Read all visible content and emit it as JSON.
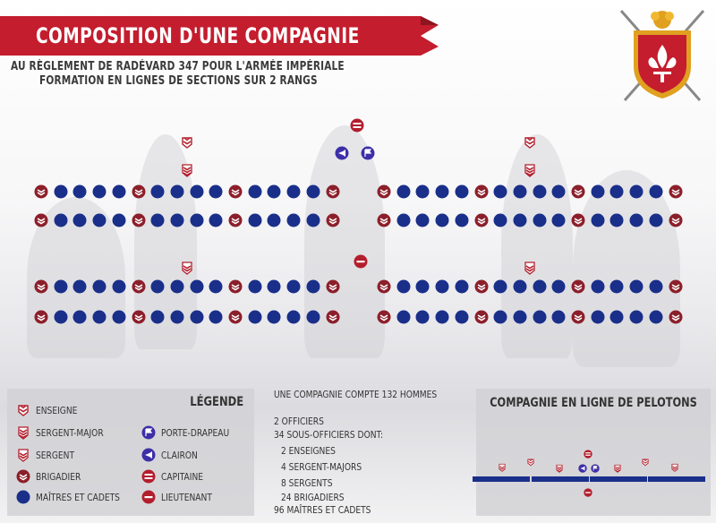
{
  "title": "COMPOSITION D'UNE COMPAGNIE",
  "subtitle_1": "AU RÈGLEMENT DE RADÉVARD 347 POUR L'ARMÉE IMPÉRIALE",
  "subtitle_2": "FORMATION EN LIGNES DE SECTIONS SUR 2 RANGS",
  "colors": {
    "red": "#b31e2c",
    "maroon": "#8c1f2a",
    "navy": "#1a2f8a",
    "purple": "#3d2fa8",
    "banner": "#c41d2e"
  },
  "legend": {
    "title": "LÉGENDE",
    "items": [
      {
        "icon": "enseigne-icon",
        "label": "ENSEIGNE"
      },
      {
        "icon": "sergent-major-icon",
        "label": "SERGENT-MAJOR"
      },
      {
        "icon": "sergent-icon",
        "label": "SERGENT"
      },
      {
        "icon": "brigadier-icon",
        "label": "BRIGADIER"
      },
      {
        "icon": "maitre-cadet-icon",
        "label": "MAÎTRES ET CADETS"
      },
      {
        "icon": "porte-drapeau-icon",
        "label": "PORTE-DRAPEAU"
      },
      {
        "icon": "clairon-icon",
        "label": "CLAIRON"
      },
      {
        "icon": "capitaine-icon",
        "label": "CAPITAINE"
      },
      {
        "icon": "lieutenant-icon",
        "label": "LIEUTENANT"
      }
    ]
  },
  "stats": {
    "total": "UNE COMPAGNIE COMPTE 132 HOMMES",
    "officers": "2 OFFICIERS",
    "ncos": "34 SOUS-OFFICIERS DONT:",
    "ncos_list": [
      "2 ENSEIGNES",
      "4 SERGENT-MAJORS",
      "8 SERGENTS",
      "24 BRIGADIERS"
    ],
    "cadets": "96 MAÎTRES ET CADETS"
  },
  "peloton": {
    "title": "COMPAGNIE EN LIGNE DE PELOTONS"
  }
}
